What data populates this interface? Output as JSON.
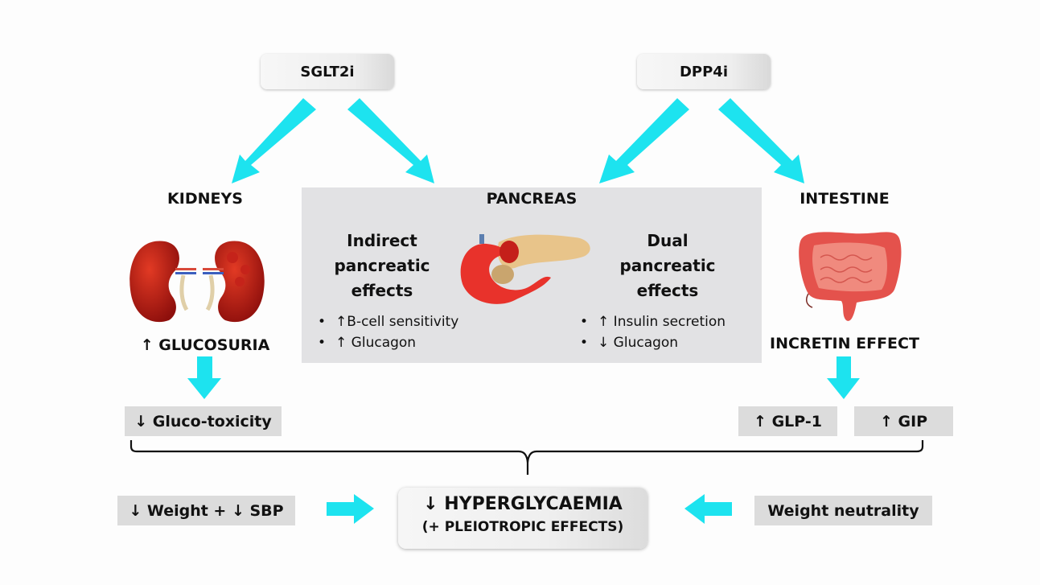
{
  "drugs": {
    "sglt2i": "SGLT2i",
    "dpp4i": "DPP4i"
  },
  "organs": {
    "kidneys": "KIDNEYS",
    "pancreas": "PANCREAS",
    "intestine": "INTESTINE"
  },
  "pancreas_panel": {
    "left_title_lines": [
      "Indirect",
      "pancreatic",
      "effects"
    ],
    "left_bullets": [
      "↑B-cell sensitivity",
      "↑ Glucagon"
    ],
    "right_title_lines": [
      "Dual",
      "pancreatic",
      "effects"
    ],
    "right_bullets": [
      "↑ Insulin secretion",
      "↓ Glucagon"
    ]
  },
  "kidney_effect": "↑ GLUCOSURIA",
  "intestine_effect": "INCRETIN EFFECT",
  "outcomes": {
    "gluco_toxicity": "↓ Gluco-toxicity",
    "glp1": "↑ GLP-1",
    "gip": "↑ GIP",
    "weight_sbp": "↓ Weight + ↓ SBP",
    "weight_neutrality": "Weight neutrality"
  },
  "center": {
    "line1": "↓ HYPERGLYCAEMIA",
    "line2": "(+ PLEIOTROPIC EFFECTS)"
  },
  "colors": {
    "arrow": "#1de3ef",
    "panel": "#e2e2e4",
    "box": "#dcdcdc"
  }
}
